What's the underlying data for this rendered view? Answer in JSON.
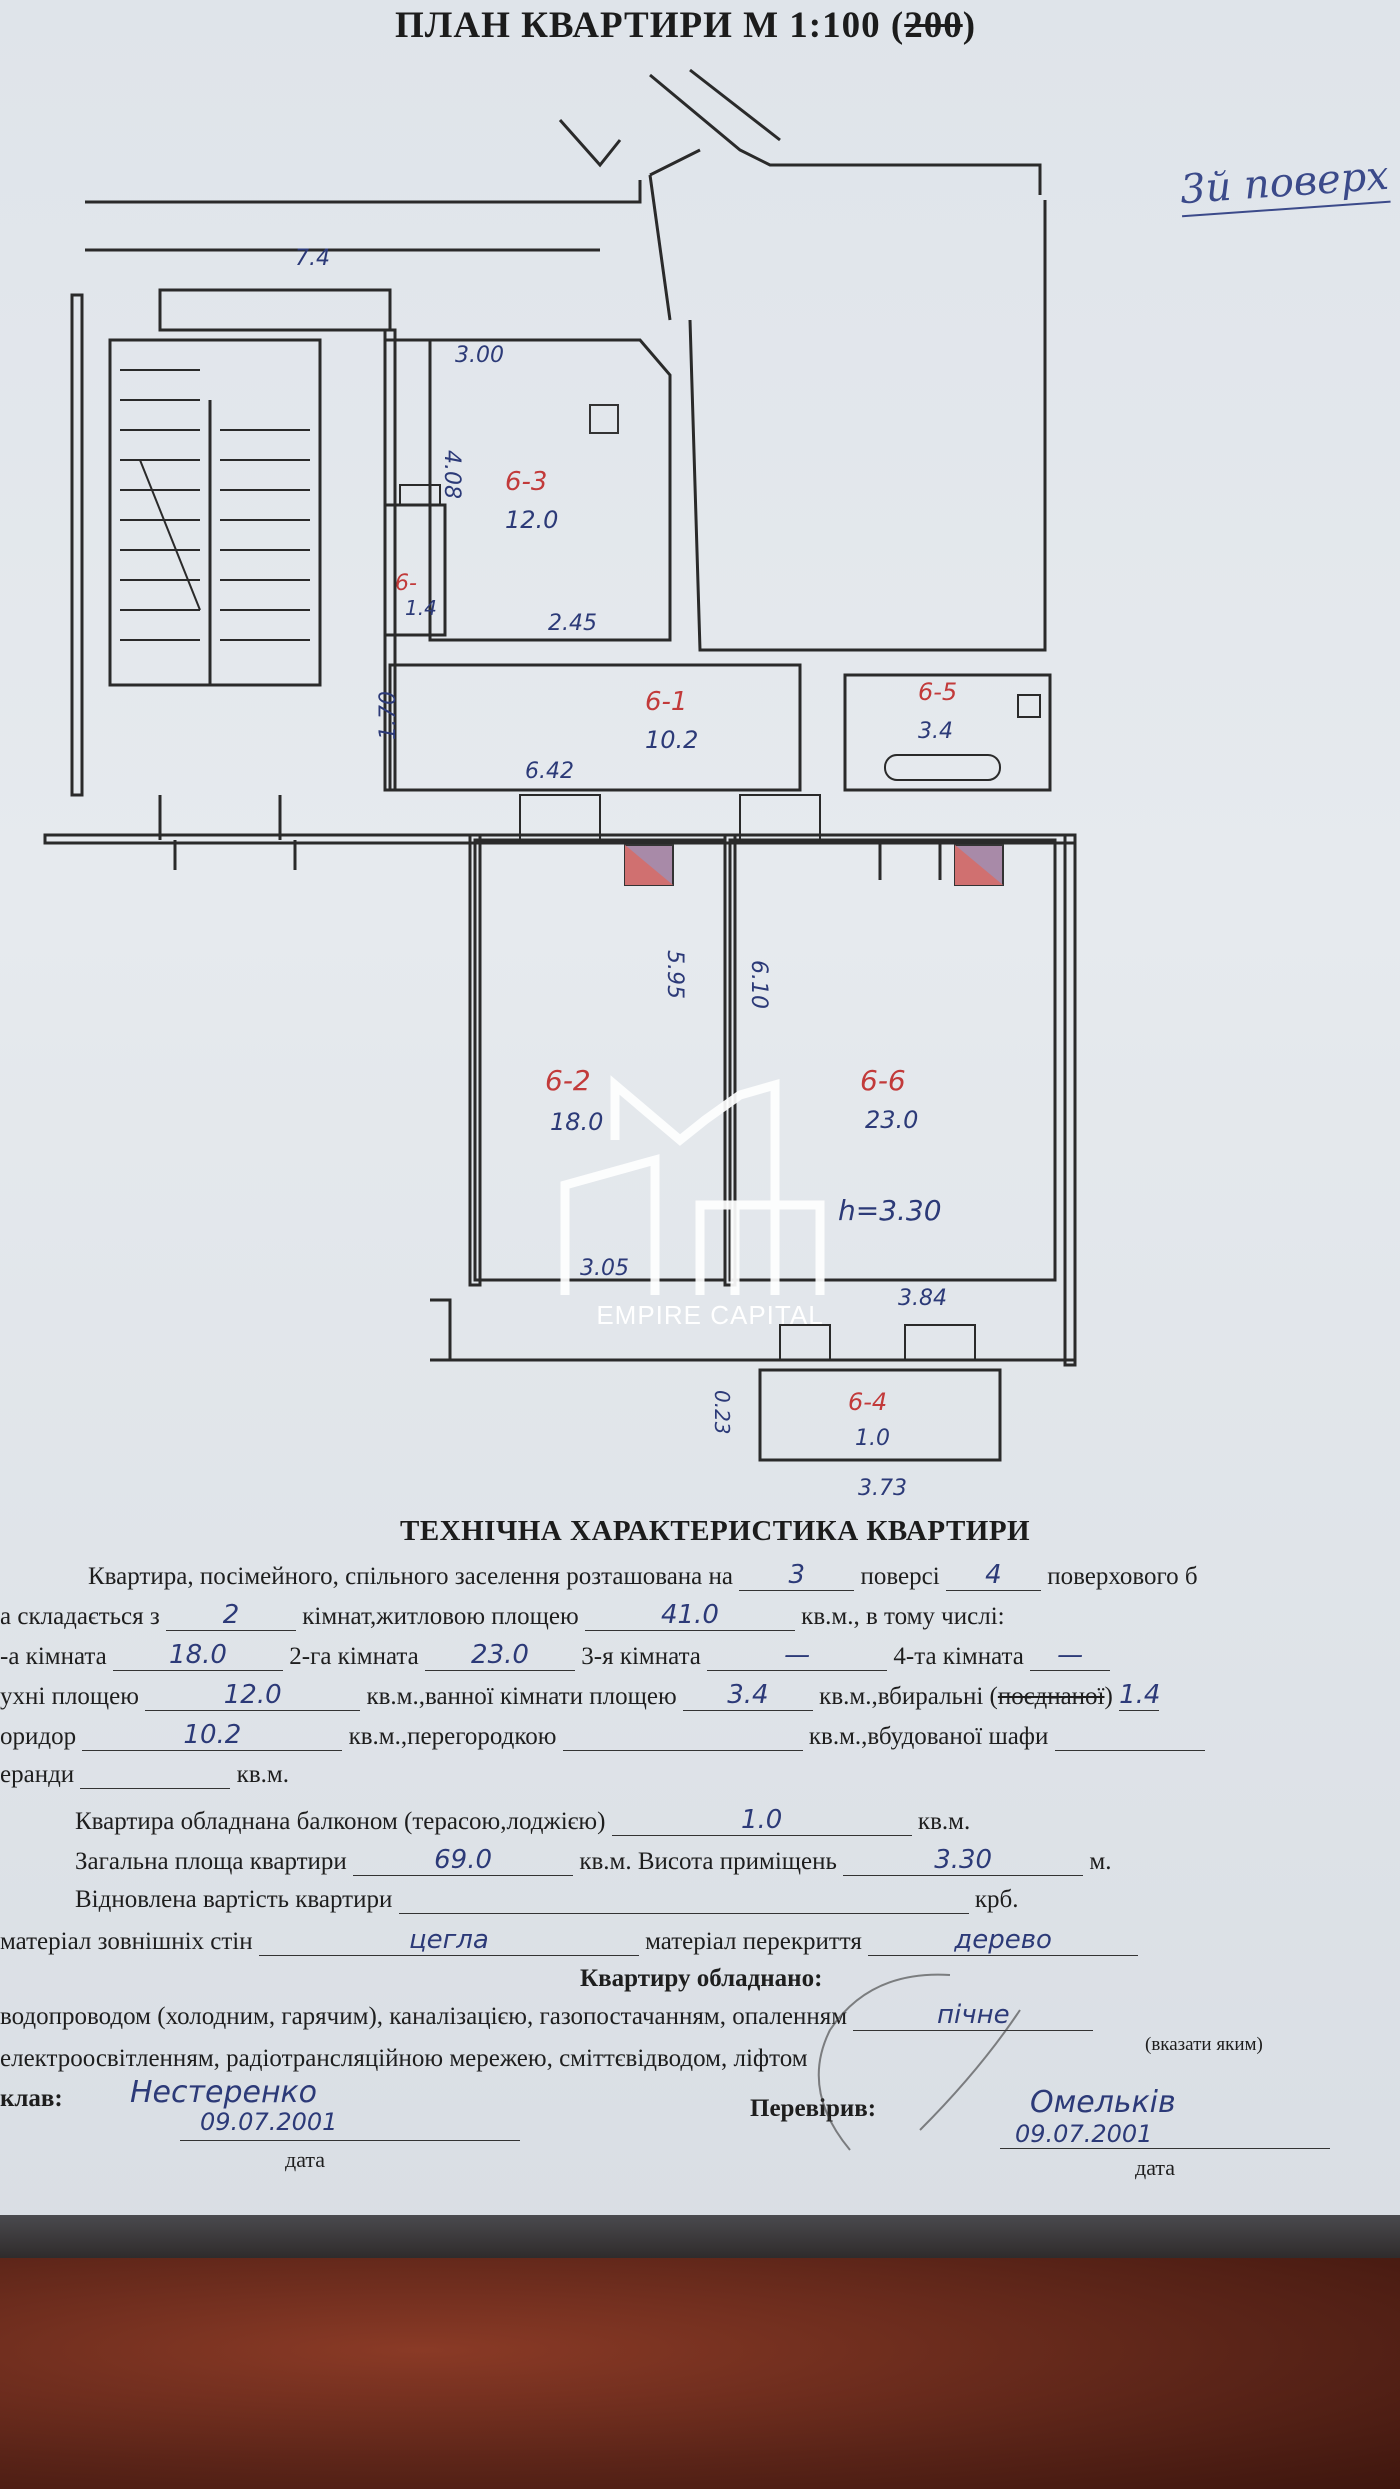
{
  "title": {
    "prefix": "ПЛАН КВАРТИРИ М 1:100 (",
    "struck": "200",
    "suffix": ")"
  },
  "floor_note": "3й поверх",
  "plan": {
    "dims": {
      "stair_top": "7.4",
      "room3_top": "3.00",
      "room3_side": "4.08",
      "room3_bottom": "2.45",
      "corridor_side": "1.70",
      "corridor_bottom": "6.42",
      "room2_side": "5.95",
      "room6_side": "6.10",
      "room2_bottom": "3.05",
      "room6_bottom": "3.84",
      "balcony_side": "0.23",
      "balcony_bottom": "3.73"
    },
    "rooms": [
      {
        "code": "6-3",
        "area": "12.0"
      },
      {
        "code": "6-",
        "area": "1.4"
      },
      {
        "code": "6-1",
        "area": "10.2"
      },
      {
        "code": "6-5",
        "area": "3.4"
      },
      {
        "code": "6-2",
        "area": "18.0"
      },
      {
        "code": "6-6",
        "area": "23.0"
      },
      {
        "code": "6-4",
        "area": "1.0"
      }
    ],
    "height": "h=3.30"
  },
  "watermark": "EMPIRE CAPITAL",
  "tech": {
    "heading": "ТЕХНІЧНА ХАРАКТЕРИСТИКА КВАРТИРИ",
    "l1_a": "Квартира, посімейного, спільного заселення розташована на",
    "l1_floor": "3",
    "l1_b": "поверсі",
    "l1_total": "4",
    "l1_c": "поверхового б",
    "l2_a": "а складається з",
    "l2_rooms": "2",
    "l2_b": "кімнат,житловою площею",
    "l2_area": "41.0",
    "l2_c": "кв.м., в тому числі:",
    "l3_a": "-а  кімната",
    "l3_r1": "18.0",
    "l3_b": "2-га  кімната",
    "l3_r2": "23.0",
    "l3_c": "3-я  кімната",
    "l3_r3": "—",
    "l3_d": "4-та  кімната",
    "l3_r4": "—",
    "l4_a": "ухні площею",
    "l4_kitchen": "12.0",
    "l4_b": "кв.м.,ванної кімнати площею",
    "l4_bath": "3.4",
    "l4_c": "кв.м.,вбиральні (",
    "l4_struck": "поєднаної",
    "l4_d": ")",
    "l4_wc": "1.4",
    "l5_a": "оридор",
    "l5_corr": "10.2",
    "l5_b": "кв.м.,перегородкою",
    "l5_c": "кв.м.,вбудованої  шафи",
    "l6_a": "еранди",
    "l6_b": "кв.м.",
    "l7_a": "Квартира обладнана балконом (терасою,лоджією)",
    "l7_balcony": "1.0",
    "l7_b": "кв.м.",
    "l8_a": "Загальна площа квартири",
    "l8_total": "69.0",
    "l8_b": "кв.м. Висота приміщень",
    "l8_height": "3.30",
    "l8_c": "м.",
    "l9_a": "Відновлена вартість квартири",
    "l9_b": "крб.",
    "l10_a": "матеріал зовнішніх стін",
    "l10_walls": "цегла",
    "l10_b": "матеріал перекриття",
    "l10_floor": "дерево",
    "l11": "Квартиру обладнано:",
    "l12_a": "водопроводом (холодним, гарячим), каналізацією, газопостачанням, опаленням",
    "l12_heat": "пічне",
    "l12_note": "(вказати яким)",
    "l13": "електроосвітленням, радіотрансляційною мережею, сміттєвідводом, ліфтом",
    "compiled_label": "клав:",
    "compiled_sig": "Нестеренко",
    "compiled_date": "09.07.2001",
    "checked_label": "Перевірив:",
    "checked_sig": "Омельків",
    "checked_date": "09.07.2001",
    "date_label": "дата"
  }
}
